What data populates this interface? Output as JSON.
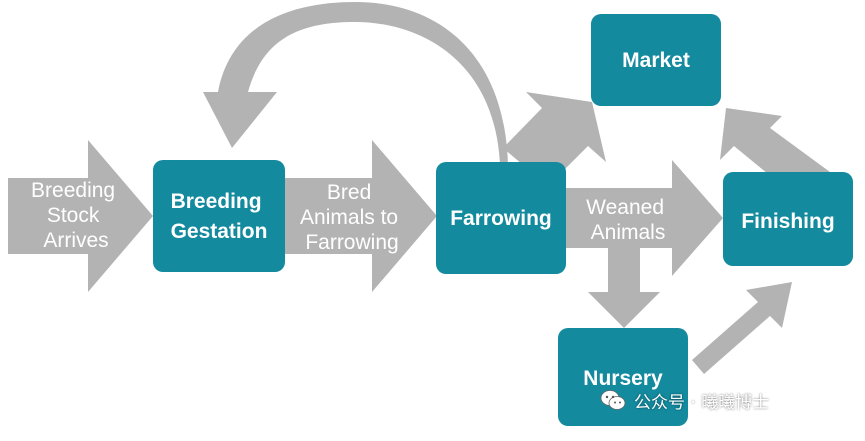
{
  "colors": {
    "box_fill": "#138a9e",
    "arrow_fill": "#b3b3b3",
    "text_on_shape": "#ffffff"
  },
  "arrows": {
    "breeding_stock_arrives": [
      "Breeding",
      "Stock",
      "Arrives"
    ],
    "bred_animals_to_farrowing": [
      "Bred",
      "Animals to",
      "Farrowing"
    ],
    "weaned_animals": [
      "Weaned",
      "Animals"
    ]
  },
  "boxes": {
    "breeding_gestation": [
      "Breeding",
      "Gestation"
    ],
    "farrowing": "Farrowing",
    "market": "Market",
    "finishing": "Finishing",
    "nursery": "Nursery"
  },
  "watermark": {
    "icon": "wechat-icon",
    "text": "公众号 · 曦曦博士"
  }
}
